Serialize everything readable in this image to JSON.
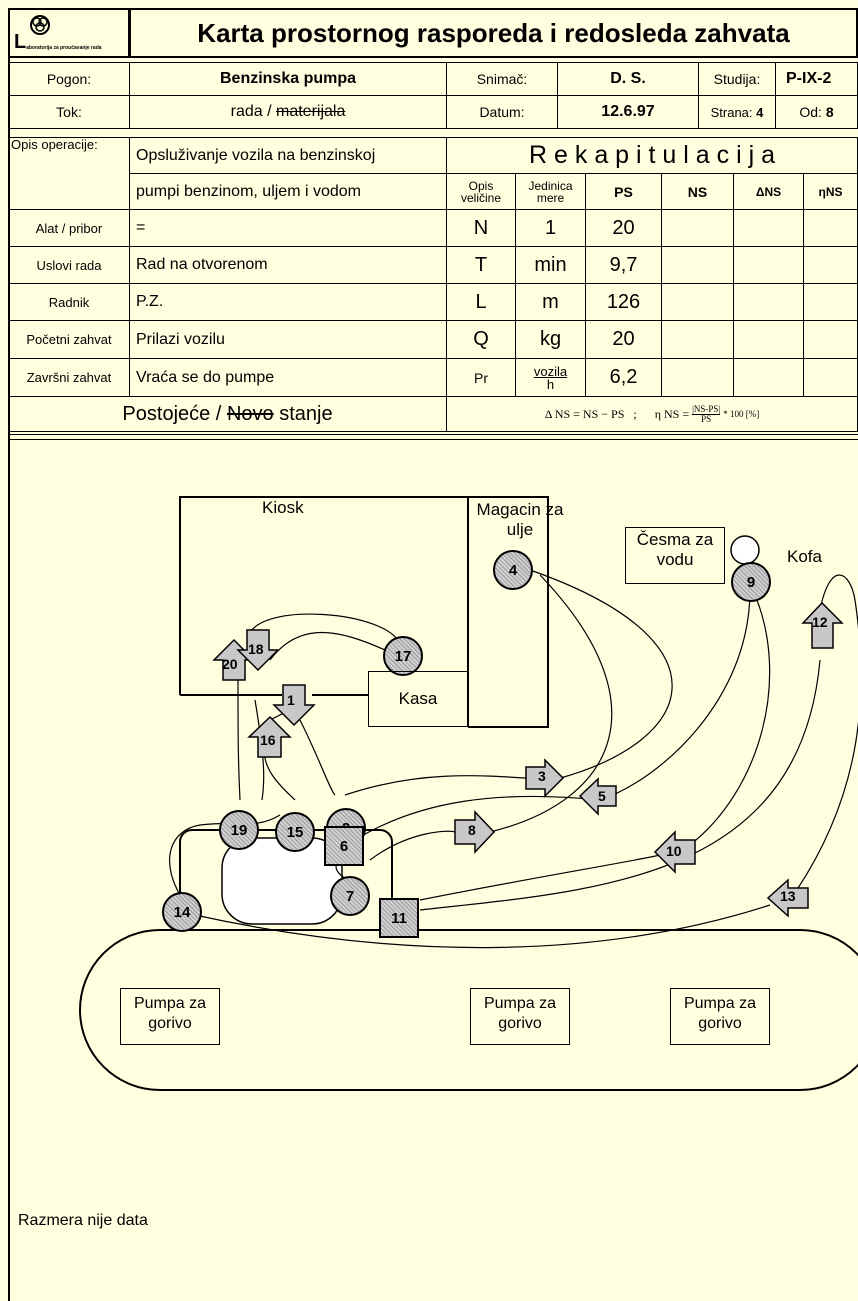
{
  "header": {
    "logo_letter": "L",
    "logo_caption": "aboratorija za proučavanje rada",
    "title": "Karta prostornog rasporeda i redosleda zahvata"
  },
  "info": {
    "pogon_label": "Pogon:",
    "pogon_value": "Benzinska pumpa",
    "snimac_label": "Snimač:",
    "snimac_value": "D. S.",
    "studija_label": "Studija:",
    "studija_value": "P-IX-2",
    "tok_label": "Tok:",
    "tok_value_a": "rada / ",
    "tok_value_b": "materijala",
    "datum_label": "Datum:",
    "datum_value": "12.6.97",
    "strana_label": "Strana:",
    "strana_value": "4",
    "od_label": "Od:",
    "od_value": "8"
  },
  "operation": {
    "opis_label": "Opis operacije:",
    "opis_line1": "Opsluživanje vozila na benzinskoj",
    "opis_line2": "pumpi benzinom, uljem i vodom",
    "rows": [
      {
        "label": "Alat / pribor",
        "value": "="
      },
      {
        "label": "Uslovi rada",
        "value": "Rad na otvorenom"
      },
      {
        "label": "Radnik",
        "value": "P.Z."
      },
      {
        "label": "Početni zahvat",
        "value": "Prilazi vozilu"
      },
      {
        "label": "Završni zahvat",
        "value": "Vraća se do pumpe"
      }
    ],
    "state_a": "Postojeće / ",
    "state_b": "Novo",
    "state_c": " stanje"
  },
  "recap": {
    "title": "R e k a p i t u l a c i j a",
    "headers": [
      "Opis veličine",
      "Jedinica mere",
      "PS",
      "NS",
      "ΔNS",
      "ηNS"
    ],
    "rows": [
      {
        "sym": "N",
        "unit": "1",
        "ps": "20"
      },
      {
        "sym": "T",
        "unit": "min",
        "ps": "9,7"
      },
      {
        "sym": "L",
        "unit": "m",
        "ps": "126"
      },
      {
        "sym": "Q",
        "unit": "kg",
        "ps": "20"
      },
      {
        "sym": "Pr",
        "unit_top": "vozila",
        "unit_bottom": "h",
        "ps": "6,2"
      }
    ],
    "formula_delta": "Δ NS = NS − PS   ;",
    "formula_eta": "η NS =",
    "formula_frac_top": "|NS-PS|",
    "formula_frac_bottom": "PS",
    "formula_tail": "* 100 [%]"
  },
  "diagram": {
    "kiosk": "Kiosk",
    "magacin": "Magacin za ulje",
    "cesma": "Česma za vodu",
    "kofa": "Kofa",
    "kasa": "Kasa",
    "pumps": [
      "Pumpa za gorivo",
      "Pumpa za gorivo",
      "Pumpa za gorivo"
    ],
    "nodes": [
      "1",
      "2",
      "3",
      "4",
      "5",
      "6",
      "7",
      "8",
      "9",
      "10",
      "11",
      "12",
      "13",
      "14",
      "15",
      "16",
      "17",
      "18",
      "19",
      "20"
    ]
  },
  "footer": {
    "scale_note": "Razmera nije data"
  }
}
